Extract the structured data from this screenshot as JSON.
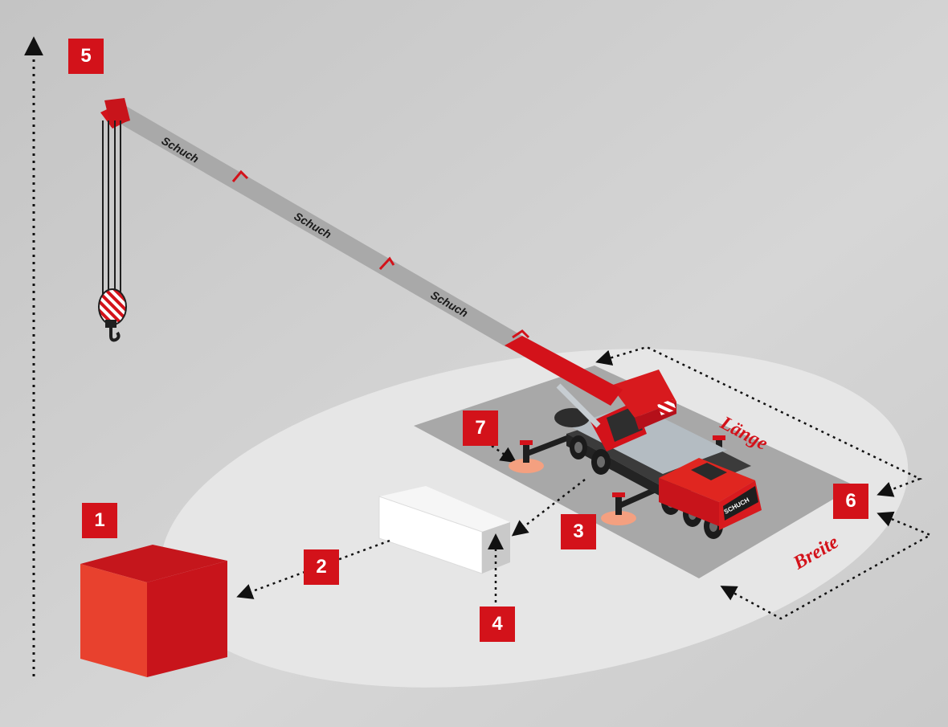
{
  "colors": {
    "accent": "#d3121a",
    "crane_red": "#d3121a",
    "boom_gray": "#a9a9a9",
    "pad_orange": "#f4a080"
  },
  "brand": {
    "boom_text": "Schuch",
    "cab_text": "SCHUCH"
  },
  "markers": [
    {
      "id": "1",
      "label": "1"
    },
    {
      "id": "2",
      "label": "2"
    },
    {
      "id": "3",
      "label": "3"
    },
    {
      "id": "4",
      "label": "4"
    },
    {
      "id": "5",
      "label": "5"
    },
    {
      "id": "6",
      "label": "6"
    },
    {
      "id": "7",
      "label": "7"
    }
  ],
  "dimensions": {
    "length_label": "Länge",
    "width_label": "Breite"
  },
  "icons": [
    "crane-icon",
    "hook-icon",
    "cargo-box-icon",
    "obstacle-block-icon",
    "outrigger-icon"
  ]
}
